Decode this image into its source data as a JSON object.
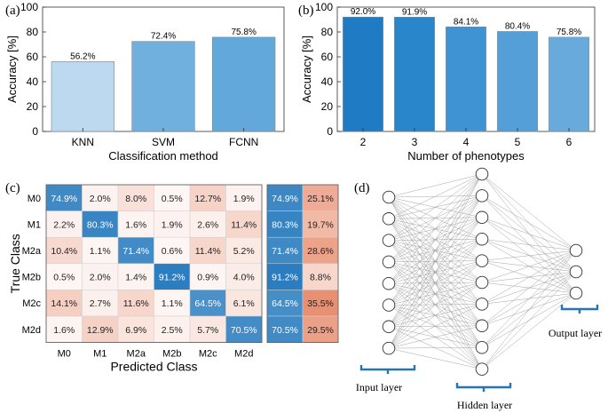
{
  "panels": [
    {
      "label": "(a)",
      "chart_data": {
        "type": "bar",
        "categories": [
          "KNN",
          "SVM",
          "FCNN"
        ],
        "values": [
          56.2,
          72.4,
          75.8
        ],
        "value_labels": [
          "56.2%",
          "72.4%",
          "75.8%"
        ],
        "bar_colors": [
          "#bcd9ef",
          "#6fb0de",
          "#62a8da"
        ],
        "xlabel": "Classification method",
        "ylabel": "Accuracy [%]",
        "ylim": [
          0,
          100
        ],
        "yticks": [
          0,
          20,
          40,
          60,
          80,
          100
        ]
      }
    },
    {
      "label": "(b)",
      "chart_data": {
        "type": "bar",
        "categories": [
          "2",
          "3",
          "4",
          "5",
          "6"
        ],
        "values": [
          92.0,
          91.9,
          84.1,
          80.4,
          75.8
        ],
        "value_labels": [
          "92.0%",
          "91.9%",
          "84.1%",
          "80.4%",
          "75.8%"
        ],
        "bar_colors": [
          "#1f7cc4",
          "#2a86cb",
          "#3f93d3",
          "#549fd7",
          "#68aadb"
        ],
        "xlabel": "Number of phenotypes",
        "ylabel": "Accuracy [%]",
        "ylim": [
          0,
          100
        ],
        "yticks": [
          0,
          20,
          40,
          60,
          80,
          100
        ]
      }
    },
    {
      "label": "(c)",
      "chart_data": {
        "type": "heatmap",
        "row_labels": [
          "M0",
          "M1",
          "M2a",
          "M2b",
          "M2c",
          "M2d"
        ],
        "col_labels": [
          "M0",
          "M1",
          "M2a",
          "M2b",
          "M2c",
          "M2d"
        ],
        "xlabel": "Predicted Class",
        "ylabel": "True Class",
        "values": [
          [
            74.9,
            2.0,
            8.0,
            0.5,
            12.7,
            1.9
          ],
          [
            2.2,
            80.3,
            1.6,
            1.9,
            2.6,
            11.4
          ],
          [
            10.4,
            1.1,
            71.4,
            0.6,
            11.4,
            5.2
          ],
          [
            0.5,
            2.0,
            1.4,
            91.2,
            0.9,
            4.0
          ],
          [
            14.1,
            2.7,
            11.6,
            1.1,
            64.5,
            6.1
          ],
          [
            1.6,
            12.9,
            6.9,
            2.5,
            5.7,
            70.5
          ]
        ],
        "summary_values": [
          [
            74.9,
            25.1
          ],
          [
            80.3,
            19.7
          ],
          [
            71.4,
            28.6
          ],
          [
            91.2,
            8.8
          ],
          [
            64.5,
            35.5
          ],
          [
            70.5,
            29.5
          ]
        ],
        "value_suffix": "%",
        "diag_color": "#2378bd",
        "off_color": "#e8896a"
      }
    },
    {
      "label": "(d)",
      "network": {
        "layer_sizes": [
          8,
          10,
          3
        ],
        "layer_labels": [
          "Input layer",
          "Hidden layer",
          "Output layer"
        ]
      }
    }
  ]
}
